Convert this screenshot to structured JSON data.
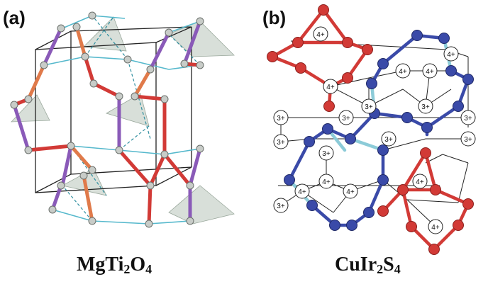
{
  "panels": {
    "a": {
      "label": "(a)",
      "caption": {
        "p1": "MgTi",
        "s1": "2",
        "p2": "O",
        "s2": "4"
      }
    },
    "b": {
      "label": "(b)",
      "caption": {
        "p1": "CuIr",
        "s1": "2",
        "p2": "S",
        "s2": "4"
      }
    }
  },
  "charges": {
    "four": "4+",
    "three": "3+"
  },
  "colors": {
    "red": "#d23a36",
    "blue": "#3a4aa8",
    "purple": "#8a5ab8",
    "orange": "#e07a4a",
    "cyan": "#55b8cc",
    "light_blue": "#8ccbd8",
    "tetra": "#b8c4ba",
    "atom_grey": "#c8ccc8"
  }
}
